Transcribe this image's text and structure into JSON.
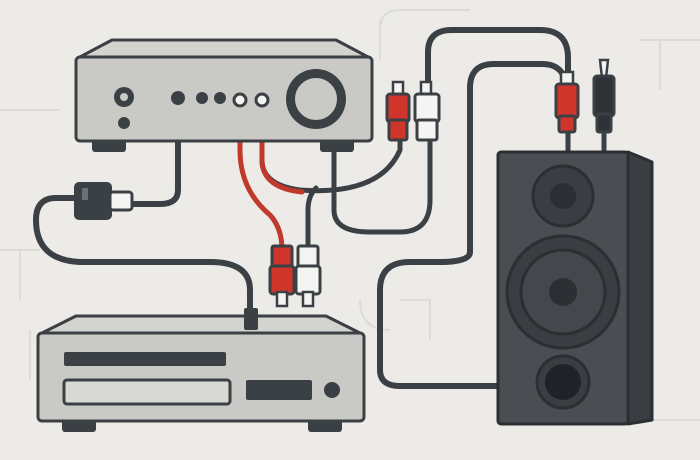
{
  "scene": {
    "background": "#ecebe8",
    "devices": [
      {
        "id": "amplifier",
        "kind": "stereo-amplifier",
        "color": "#c9c9c6"
      },
      {
        "id": "player",
        "kind": "disc-player",
        "color": "#c9c9c6"
      },
      {
        "id": "speaker",
        "kind": "loudspeaker",
        "color": "#4a4d52"
      }
    ],
    "cables": [
      {
        "id": "power-cable",
        "from": "amplifier",
        "to": "power-plug",
        "color": "#3b4045"
      },
      {
        "id": "player-signal-cable",
        "from": "player",
        "to": "amplifier",
        "color": "#3b4045"
      },
      {
        "id": "rca-red-cable",
        "from": "amplifier",
        "to": "rca-plug-red-lower",
        "color": "#c0392b"
      },
      {
        "id": "rca-white-cable",
        "from": "amplifier",
        "to": "rca-plug-white-lower",
        "color": "#3b4045"
      },
      {
        "id": "speaker-cable",
        "from": "amplifier",
        "to": "speaker",
        "color": "#3b4045"
      }
    ],
    "connectors": {
      "red": "#d0352b",
      "white": "#f4f4f2",
      "black": "#2f3337"
    }
  }
}
